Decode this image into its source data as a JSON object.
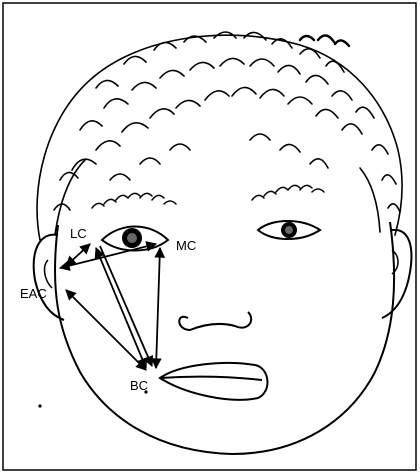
{
  "diagram": {
    "labels": {
      "lc": "LC",
      "mc": "MC",
      "eac": "EAC",
      "bc": "BC"
    },
    "colors": {
      "ink": "#000000",
      "background": "#ffffff"
    }
  }
}
